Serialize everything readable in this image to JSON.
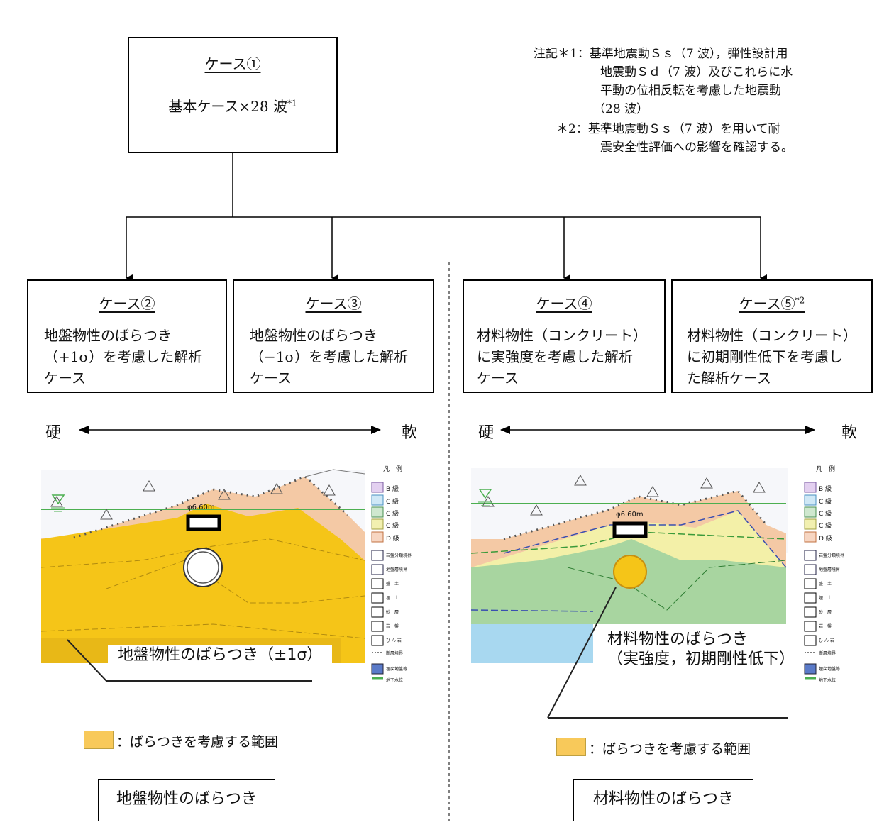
{
  "case1": {
    "title": "ケース①",
    "text": "基本ケース×28 波",
    "sup": "*1"
  },
  "notes": [
    "注記＊1：基準地震動Ｓｓ（7 波），弾性設計用",
    "地震動Ｓｄ（7 波）及びこれらに水",
    "平動の位相反転を考慮した地震動",
    "（28 波）",
    "＊2：基準地震動Ｓｓ（7 波）を用いて耐",
    "震安全性評価への影響を確認する。"
  ],
  "case2": {
    "title": "ケース②",
    "text": "地盤物性のばらつき\n（+1σ）を考慮した解析\nケース"
  },
  "case3": {
    "title": "ケース③",
    "text": "地盤物性のばらつき\n（−1σ）を考慮した解析\nケース"
  },
  "case4": {
    "title": "ケース④",
    "text": "材料物性（コンクリート）\nに実強度を考慮した解析\nケース"
  },
  "case5": {
    "title": "ケース⑤",
    "sup": "*2",
    "text": "材料物性（コンクリート）\nに初期剛性低下を考慮し\nた解析ケース"
  },
  "axis": {
    "hard": "硬",
    "soft": "軟"
  },
  "left_diagram": {
    "dimension": "φ6.60m",
    "caption": "地盤物性のばらつき（±1σ）",
    "legend_header": [
      "凡",
      "例"
    ],
    "legend_rows": [
      "B 級",
      "C 級",
      "C 級",
      "C 級",
      "D 級",
      "岩盤分類境界",
      "地盤層境界",
      "盛　土",
      "埋　土",
      "砂　層",
      "岩　盤",
      "ひ ん 岩",
      "断層境界",
      "埋戻地盤等",
      "地下水位"
    ]
  },
  "right_diagram": {
    "dimension": "φ6.60m",
    "caption": "材料物性のばらつき\n（実強度，初期剛性低下）",
    "legend_header": [
      "凡",
      "例"
    ],
    "legend_rows": [
      "B 級",
      "C 級",
      "C 級",
      "C 級",
      "D 級",
      "岩盤分類境界",
      "地盤層境界",
      "盛　土",
      "埋　土",
      "砂　層",
      "岩　盤",
      "ひ ん 岩",
      "断層境界",
      "埋戻地盤等",
      "地下水位"
    ]
  },
  "range_legend": "：ばらつきを考慮する範囲",
  "summary_left": "地盤物性のばらつき",
  "summary_right": "材料物性のばらつき",
  "colors": {
    "yellow": "#f5c518",
    "peach": "#f4c9a5",
    "green_layer": "#a8d5a0",
    "light_yellow": "#f3f0a8",
    "blue_layer": "#a8d8f0",
    "water_line": "#4caf50",
    "swatch": "#f8c95a"
  }
}
